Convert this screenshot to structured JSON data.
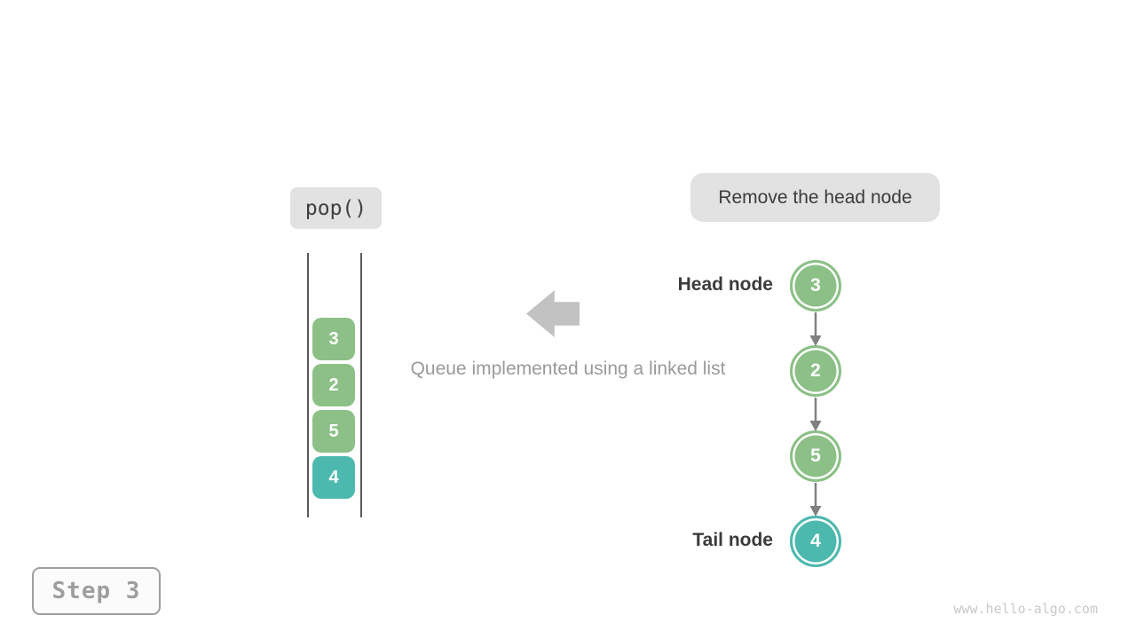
{
  "operation": {
    "label": "pop()"
  },
  "annotation": {
    "label": "Remove the head node"
  },
  "caption": "Queue implemented using a linked list",
  "stack": {
    "items": [
      {
        "value": "3",
        "color": "green"
      },
      {
        "value": "2",
        "color": "green"
      },
      {
        "value": "5",
        "color": "green"
      },
      {
        "value": "4",
        "color": "teal"
      }
    ]
  },
  "linked_list": {
    "head_label": "Head node",
    "tail_label": "Tail node",
    "nodes": [
      {
        "value": "3",
        "color": "green"
      },
      {
        "value": "2",
        "color": "green"
      },
      {
        "value": "5",
        "color": "green"
      },
      {
        "value": "4",
        "color": "teal"
      }
    ]
  },
  "step": {
    "label": "Step 3"
  },
  "watermark": "www.hello-algo.com",
  "colors": {
    "node_green": "#8cc087",
    "node_teal": "#4db9ae",
    "badge_bg": "#e2e2e2",
    "arrow_gray": "#c2c2c2",
    "text_dark": "#3b3b3b",
    "text_gray": "#9a9a9a"
  }
}
